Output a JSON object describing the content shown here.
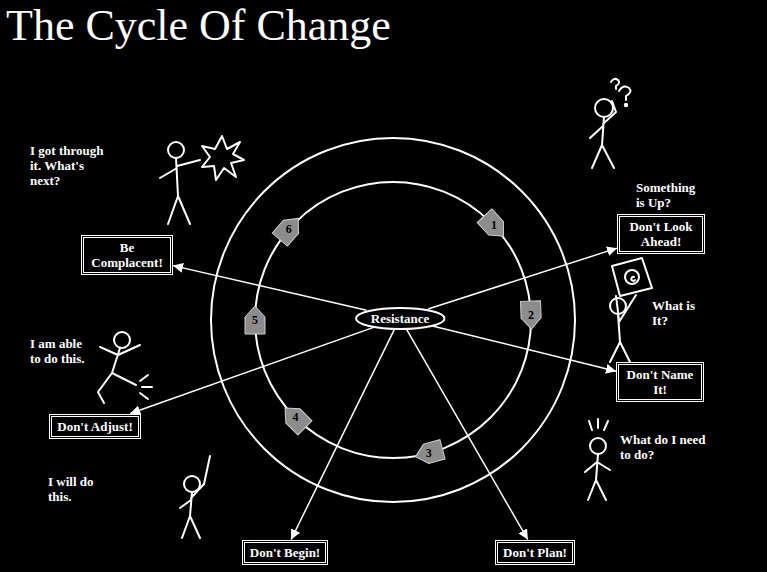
{
  "diagram": {
    "title": "The Cycle Of Change",
    "nodes": [
      {
        "text": [
          "Resistance"
        ]
      },
      {
        "text": [
          "Don't Look Ahead!"
        ]
      },
      {
        "text": [
          "Don't Name It!"
        ]
      },
      {
        "text": [
          "Don't Plan!"
        ]
      },
      {
        "text": [
          "Don't Begin!"
        ]
      },
      {
        "text": [
          "Don't Adjust!"
        ]
      },
      {
        "text": [
          "Be Complacent!"
        ]
      },
      {
        "text": [
          "1"
        ]
      },
      {
        "text": [
          "2"
        ]
      },
      {
        "text": [
          "3"
        ]
      },
      {
        "text": [
          "4"
        ]
      },
      {
        "text": [
          "5"
        ]
      },
      {
        "text": [
          "6"
        ]
      }
    ],
    "edges": [
      {
        "from": 0,
        "to": 1,
        "arrow": "to"
      },
      {
        "from": 0,
        "to": 2,
        "arrow": "to"
      },
      {
        "from": 0,
        "to": 3,
        "arrow": "to"
      },
      {
        "from": 0,
        "to": 4,
        "arrow": "to"
      },
      {
        "from": 0,
        "to": 5,
        "arrow": "to"
      },
      {
        "from": 0,
        "to": 6,
        "arrow": "to"
      }
    ],
    "labels": [
      "Something is Up?",
      "What is It?",
      "What do I need to do?",
      "I will do this.",
      "I am able to do this.",
      "I got through it. What's next?"
    ]
  }
}
